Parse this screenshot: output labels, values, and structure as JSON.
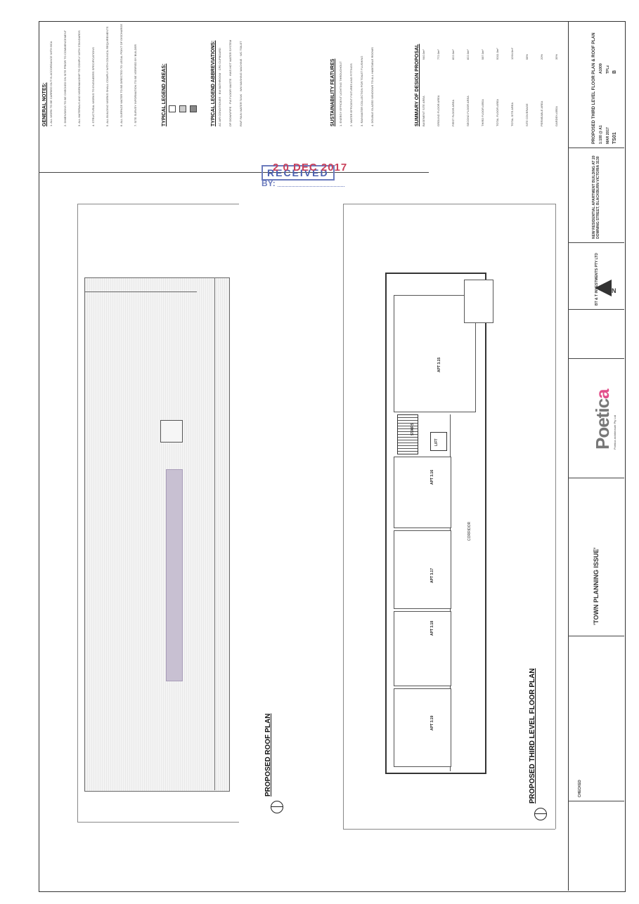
{
  "notes": {
    "general_title": "GENERAL NOTES:",
    "legend_title": "TYPICAL LEGEND AREAS:",
    "abbrev_title": "TYPICAL LEGEND ABBREVIATIONS:",
    "sustain_title": "SUSTAINABILITY FEATURES",
    "summary_title": "SUMMARY OF DESIGN PROPOSAL"
  },
  "stamp": {
    "received": "RECEIVED",
    "date": "2 0 DEC 2017",
    "by": "BY:"
  },
  "plans": {
    "roof_title": "PROPOSED ROOF PLAN",
    "floor_title": "PROPOSED THIRD LEVEL FLOOR PLAN",
    "corridor": "CORRIDOR",
    "stairs": "STAIRS",
    "lift": "LIFT",
    "apartments": [
      "APT 3.15",
      "APT 3.16",
      "APT 3.17",
      "APT 3.18",
      "APT 3.19"
    ]
  },
  "title_block": {
    "issue": "'TOWN PLANNING ISSUE'",
    "checked": "CHECKED",
    "client": "BT & T INVESTMENTS PTY LTD",
    "project": "NEW RESIDENTIAL APARTMENT BUILDING AT 20 DOWNING STREET, BLACKBURN VICTORIA 3130",
    "drawing": "PROPOSED THIRD LEVEL FLOOR PLAN & ROOF PLAN",
    "scale": "1:100 @ A1",
    "drawing_no": "A1009",
    "date": "MAR 2017",
    "drawn": "TPLz",
    "revision": "B",
    "sheet": "TS01",
    "north_label": "N",
    "logo_main": "Poetic",
    "logo_accent": "a",
    "logo_sub": "Poetica architecture Pty Ltd"
  },
  "summary_rows": [
    [
      "BASEMENT SITE AREA",
      "940.0m²"
    ],
    [
      "GROUND FLOOR AREA",
      "772.0m²"
    ],
    [
      "FIRST FLOOR AREA",
      "822.0m²"
    ],
    [
      "SECOND FLOOR AREA",
      "822.0m²"
    ],
    [
      "THIRD FLOOR AREA",
      "587.0m²"
    ],
    [
      "TOTAL FLOOR AREA",
      "5011.0m²"
    ],
    [
      "TOTAL SITE AREA",
      "1264.0m²"
    ],
    [
      "SITE COVERAGE",
      "58%"
    ],
    [
      "PERMEABLE AREA",
      "20%"
    ],
    [
      "GARDEN AREA",
      "35%"
    ]
  ]
}
